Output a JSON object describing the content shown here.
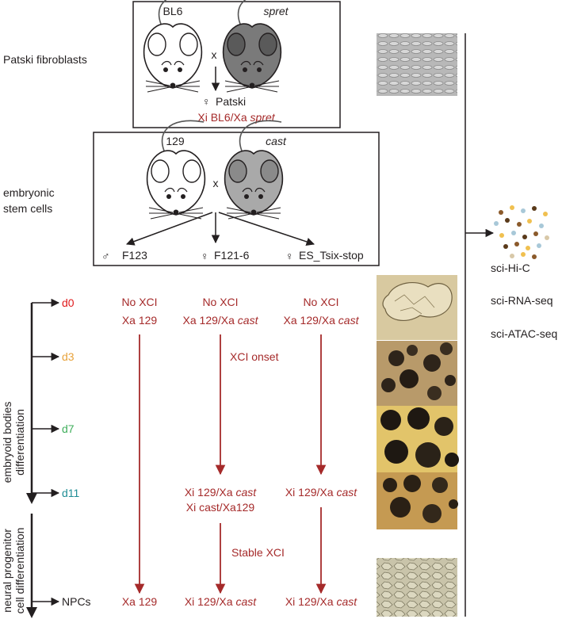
{
  "colors": {
    "dark_red": "#a52a2a",
    "d0": "#e0191b",
    "d3": "#e8a23a",
    "d7": "#3fae5b",
    "d11": "#1f8d95",
    "black": "#231f20",
    "dots": [
      "#8b5a2b",
      "#f0c050",
      "#a8c8d8",
      "#5a3a1a",
      "#d8c8a8"
    ]
  },
  "top": {
    "left_label": "Patski fibroblasts",
    "mouse_left": "BL6",
    "mouse_right": "spret",
    "cross": "x",
    "result_symbol": "♀",
    "result_name": "Patski",
    "genotype_prefix": "Xi BL6/Xa ",
    "genotype_italic": "spret"
  },
  "middle": {
    "left_label_line1": "embryonic",
    "left_label_line2": "stem cells",
    "mouse_left": "129",
    "mouse_right": "cast",
    "cross": "x",
    "outcomes": [
      {
        "symbol": "♂",
        "name": "F123"
      },
      {
        "symbol": "♀",
        "name": "F121-6"
      },
      {
        "symbol": "♀",
        "name": "ES_Tsix-stop"
      }
    ]
  },
  "right": {
    "methods": [
      "sci-Hi-C",
      "sci-RNA-seq",
      "sci-ATAC-seq"
    ]
  },
  "timeline": {
    "eb_label_line1": "embryoid bodies",
    "eb_label_line2": "differentiation",
    "npc_label_line1": "neural progenitor",
    "npc_label_line2": "cell differentiation",
    "days": [
      "d0",
      "d3",
      "d7",
      "d11",
      "NPCs"
    ]
  },
  "columns": {
    "c1": {
      "d0_line1": "No XCI",
      "d0_line2": "Xa 129",
      "npc": "Xa 129"
    },
    "c2": {
      "d0_line1": "No XCI",
      "d0_line2_prefix": "Xa 129/Xa ",
      "d0_line2_italic": "cast",
      "onset": "XCI onset",
      "d11_line1_prefix": "Xi 129/Xa ",
      "d11_line1_italic": "cast",
      "d11_line2": "Xi cast/Xa129",
      "stable": "Stable XCI",
      "npc_prefix": "Xi 129/Xa ",
      "npc_italic": "cast"
    },
    "c3": {
      "d0_line1": "No XCI",
      "d0_line2_prefix": "Xa 129/Xa ",
      "d0_line2_italic": "cast",
      "d11_prefix": "Xi 129/Xa ",
      "d11_italic": "cast",
      "npc_prefix": "Xi 129/Xa ",
      "npc_italic": "cast"
    }
  }
}
